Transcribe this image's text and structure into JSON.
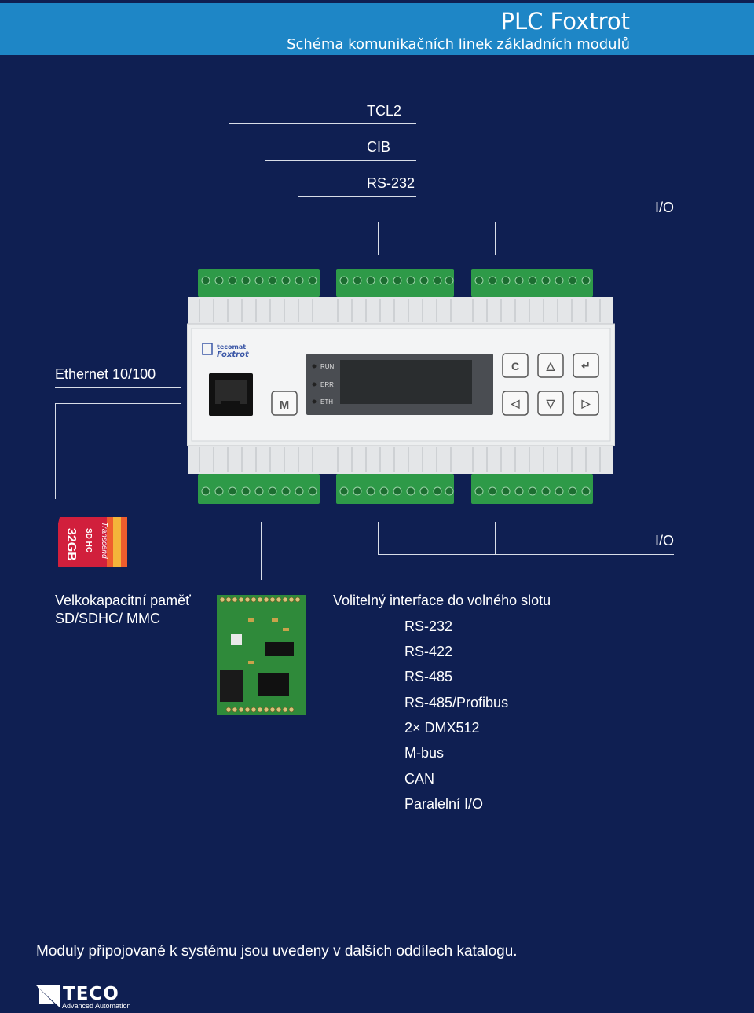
{
  "header": {
    "title": "PLC Foxtrot",
    "subtitle": "Schéma komunikačních linek základních modulů"
  },
  "labels": {
    "tcl2": "TCL2",
    "cib": "CIB",
    "rs232": "RS-232",
    "io_top": "I/O",
    "ethernet": "Ethernet 10/100",
    "io_bottom": "I/O",
    "memory_line1": "Velkokapacitní paměť",
    "memory_line2": "SD/SDHC/ MMC",
    "interface_title": "Volitelný interface do volného slotu"
  },
  "interfaces": [
    "RS-232",
    "RS-422",
    "RS-485",
    "RS-485/Profibus",
    "2× DMX512",
    "M-bus",
    "CAN",
    "Paralelní I/O"
  ],
  "plc": {
    "brand_top": "tecomat",
    "brand_bottom": "Foxtrot",
    "leds": [
      "RUN",
      "ERR",
      "ETH"
    ],
    "keys": [
      "C",
      "△",
      "↵",
      "◁",
      "▽",
      "▷"
    ],
    "m_key": "M"
  },
  "sd_card": {
    "brand": "Transcend",
    "capacity": "32GB",
    "type": "SD HC"
  },
  "footer": {
    "note": "Moduly připojované k systému jsou uvedeny v dalších oddílech katalogu.",
    "logo": "TECO",
    "logo_sub": "Advanced Automation"
  },
  "colors": {
    "background": "#0f1f52",
    "header": "#1e86c6",
    "terminal": "#2e9a48"
  }
}
